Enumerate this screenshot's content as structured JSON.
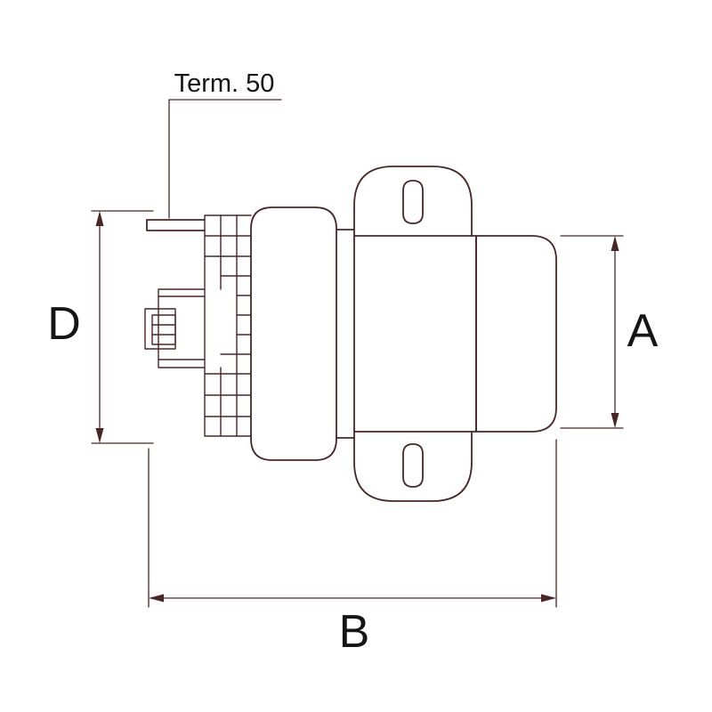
{
  "labels": {
    "terminal": "Term. 50",
    "dim_left": "D",
    "dim_right": "A",
    "dim_bottom": "B"
  },
  "colors": {
    "line": "#4a2626",
    "text": "#151515",
    "background": "#ffffff"
  }
}
